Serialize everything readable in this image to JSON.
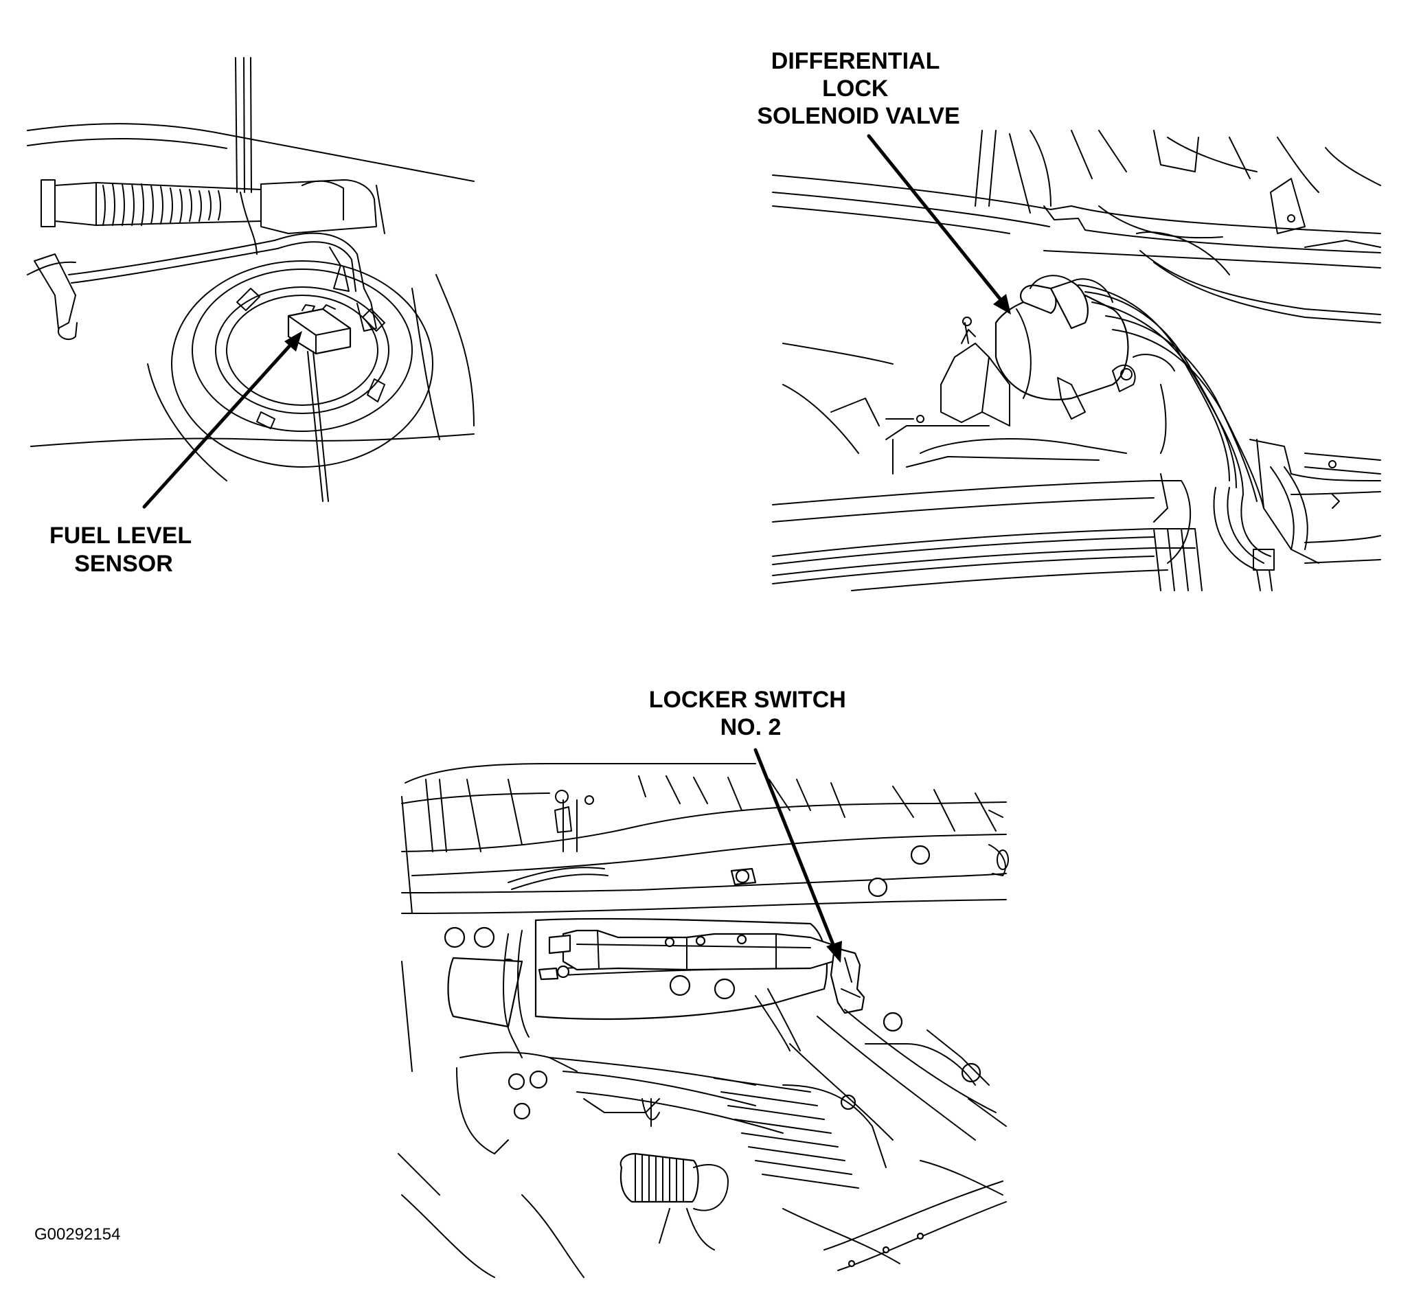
{
  "figure_id": "G00292154",
  "panels": {
    "fuel_level": {
      "label_lines": [
        "FUEL LEVEL",
        "SENSOR"
      ]
    },
    "differential": {
      "label_lines": [
        "DIFFERENTIAL",
        "LOCK",
        "SOLENOID VALVE"
      ]
    },
    "locker": {
      "label_lines": [
        "LOCKER SWITCH",
        "NO. 2"
      ]
    }
  },
  "colors": {
    "line": "#000000",
    "background": "#ffffff"
  }
}
